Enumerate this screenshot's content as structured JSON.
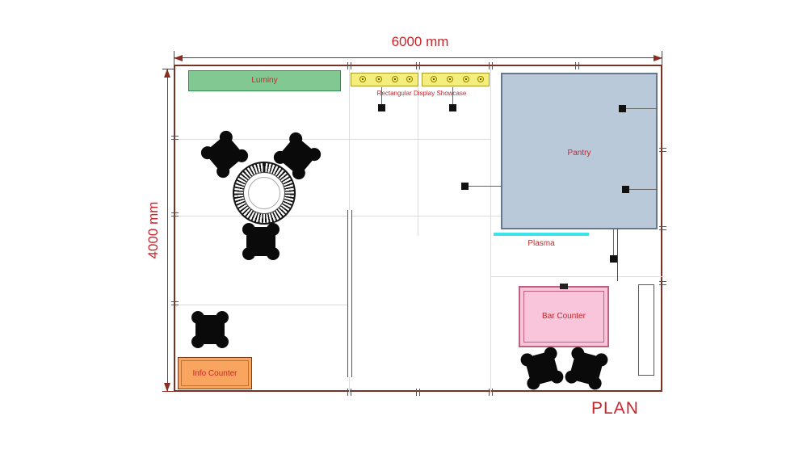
{
  "title": "PLAN",
  "dimensions": {
    "width": "6000 mm",
    "height": "4000 mm"
  },
  "rooms": {
    "pantry": "Pantry"
  },
  "fixtures": {
    "luminy": "Luminy",
    "showcase": "Rectangular Display Showcase",
    "plasma": "Plasma",
    "bar_counter": "Bar Counter",
    "info_counter": "Info Counter"
  },
  "colors": {
    "annotation_red": "#c9252b",
    "dimension_line": "#8a2e24",
    "wall": "#7b3026",
    "luminy_green": "#82c893",
    "showcase_yellow": "#f4ee7c",
    "pantry_blue": "#b9c9d9",
    "plasma_cyan": "#3ce4ea",
    "bar_pink": "#f8c5da",
    "info_orange": "#f9a55f",
    "furniture_black": "#0a0a0a"
  }
}
